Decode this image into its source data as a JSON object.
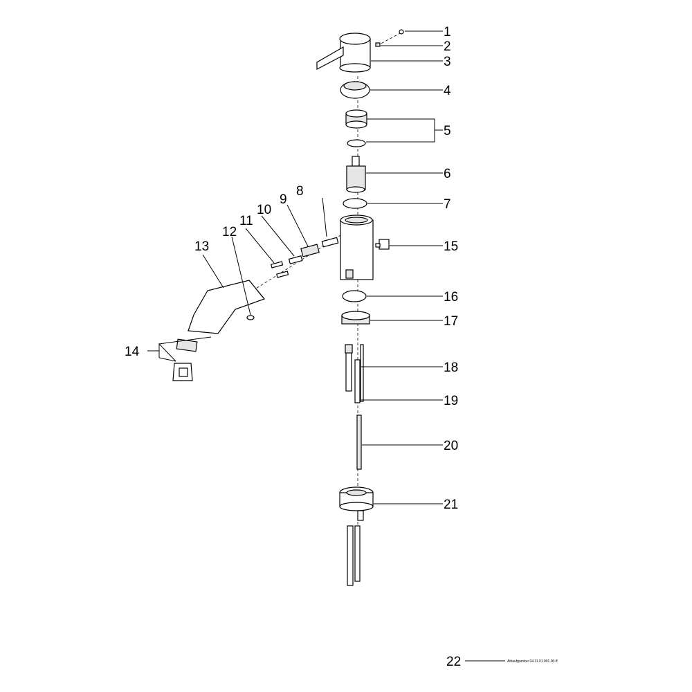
{
  "callouts": [
    "1",
    "2",
    "3",
    "4",
    "5",
    "6",
    "7",
    "8",
    "9",
    "10",
    "11",
    "12",
    "13",
    "14",
    "15",
    "16",
    "17",
    "18",
    "19",
    "20",
    "21",
    "22"
  ],
  "note": "Ablaufgarnitur 04.11.01.001.00-ff"
}
